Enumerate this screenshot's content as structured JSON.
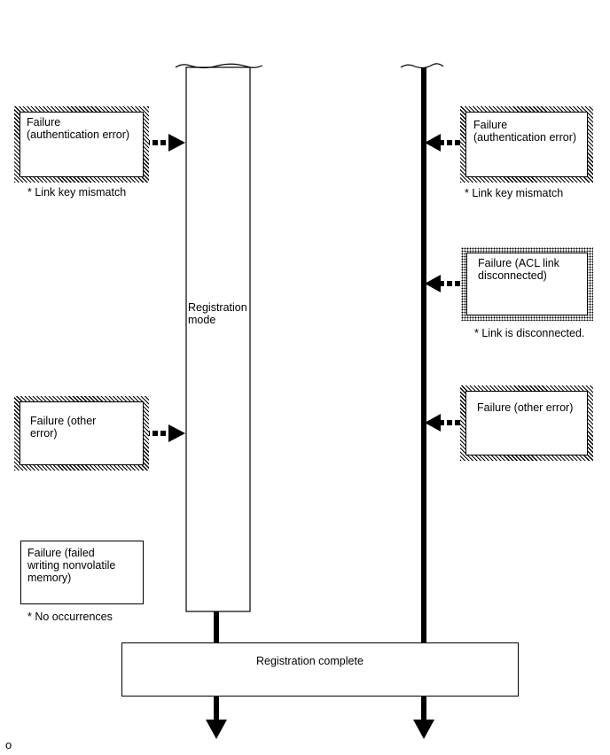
{
  "left_column": {
    "label": "Registration\nmode",
    "boxes": {
      "auth_error": {
        "text": "Failure\n(authentication error)",
        "note": "* Link key mismatch"
      },
      "other_error": {
        "text": "Failure (other\nerror)"
      },
      "nonvolatile": {
        "text": "Failure (failed\nwriting nonvolatile\nmemory)",
        "note": "* No occurrences"
      }
    }
  },
  "right_column": {
    "boxes": {
      "auth_error": {
        "text": "Failure\n(authentication error)",
        "note": "* Link key mismatch"
      },
      "acl_link": {
        "text": "Failure (ACL link\ndisconnected)",
        "note": "* Link is disconnected."
      },
      "other_error": {
        "text": "Failure (other error)"
      }
    }
  },
  "complete_box": {
    "label": "Registration complete"
  },
  "corner_mark": "o"
}
